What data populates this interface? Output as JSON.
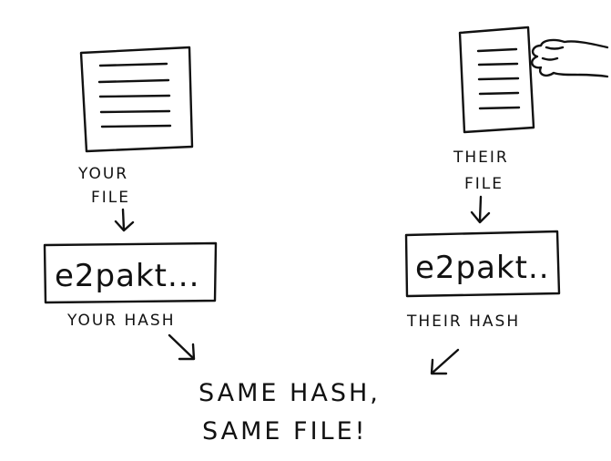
{
  "left": {
    "file_label_line1": "YOUR",
    "file_label_line2": "FILE",
    "hash_value": "e2pakt...",
    "hash_label": "YOUR HASH"
  },
  "right": {
    "file_label_line1": "THEIR",
    "file_label_line2": "FILE",
    "hash_value": "e2pakt..",
    "hash_label": "THEIR HASH"
  },
  "conclusion": {
    "line1": "SAME HASH,",
    "line2": "SAME FILE!"
  }
}
